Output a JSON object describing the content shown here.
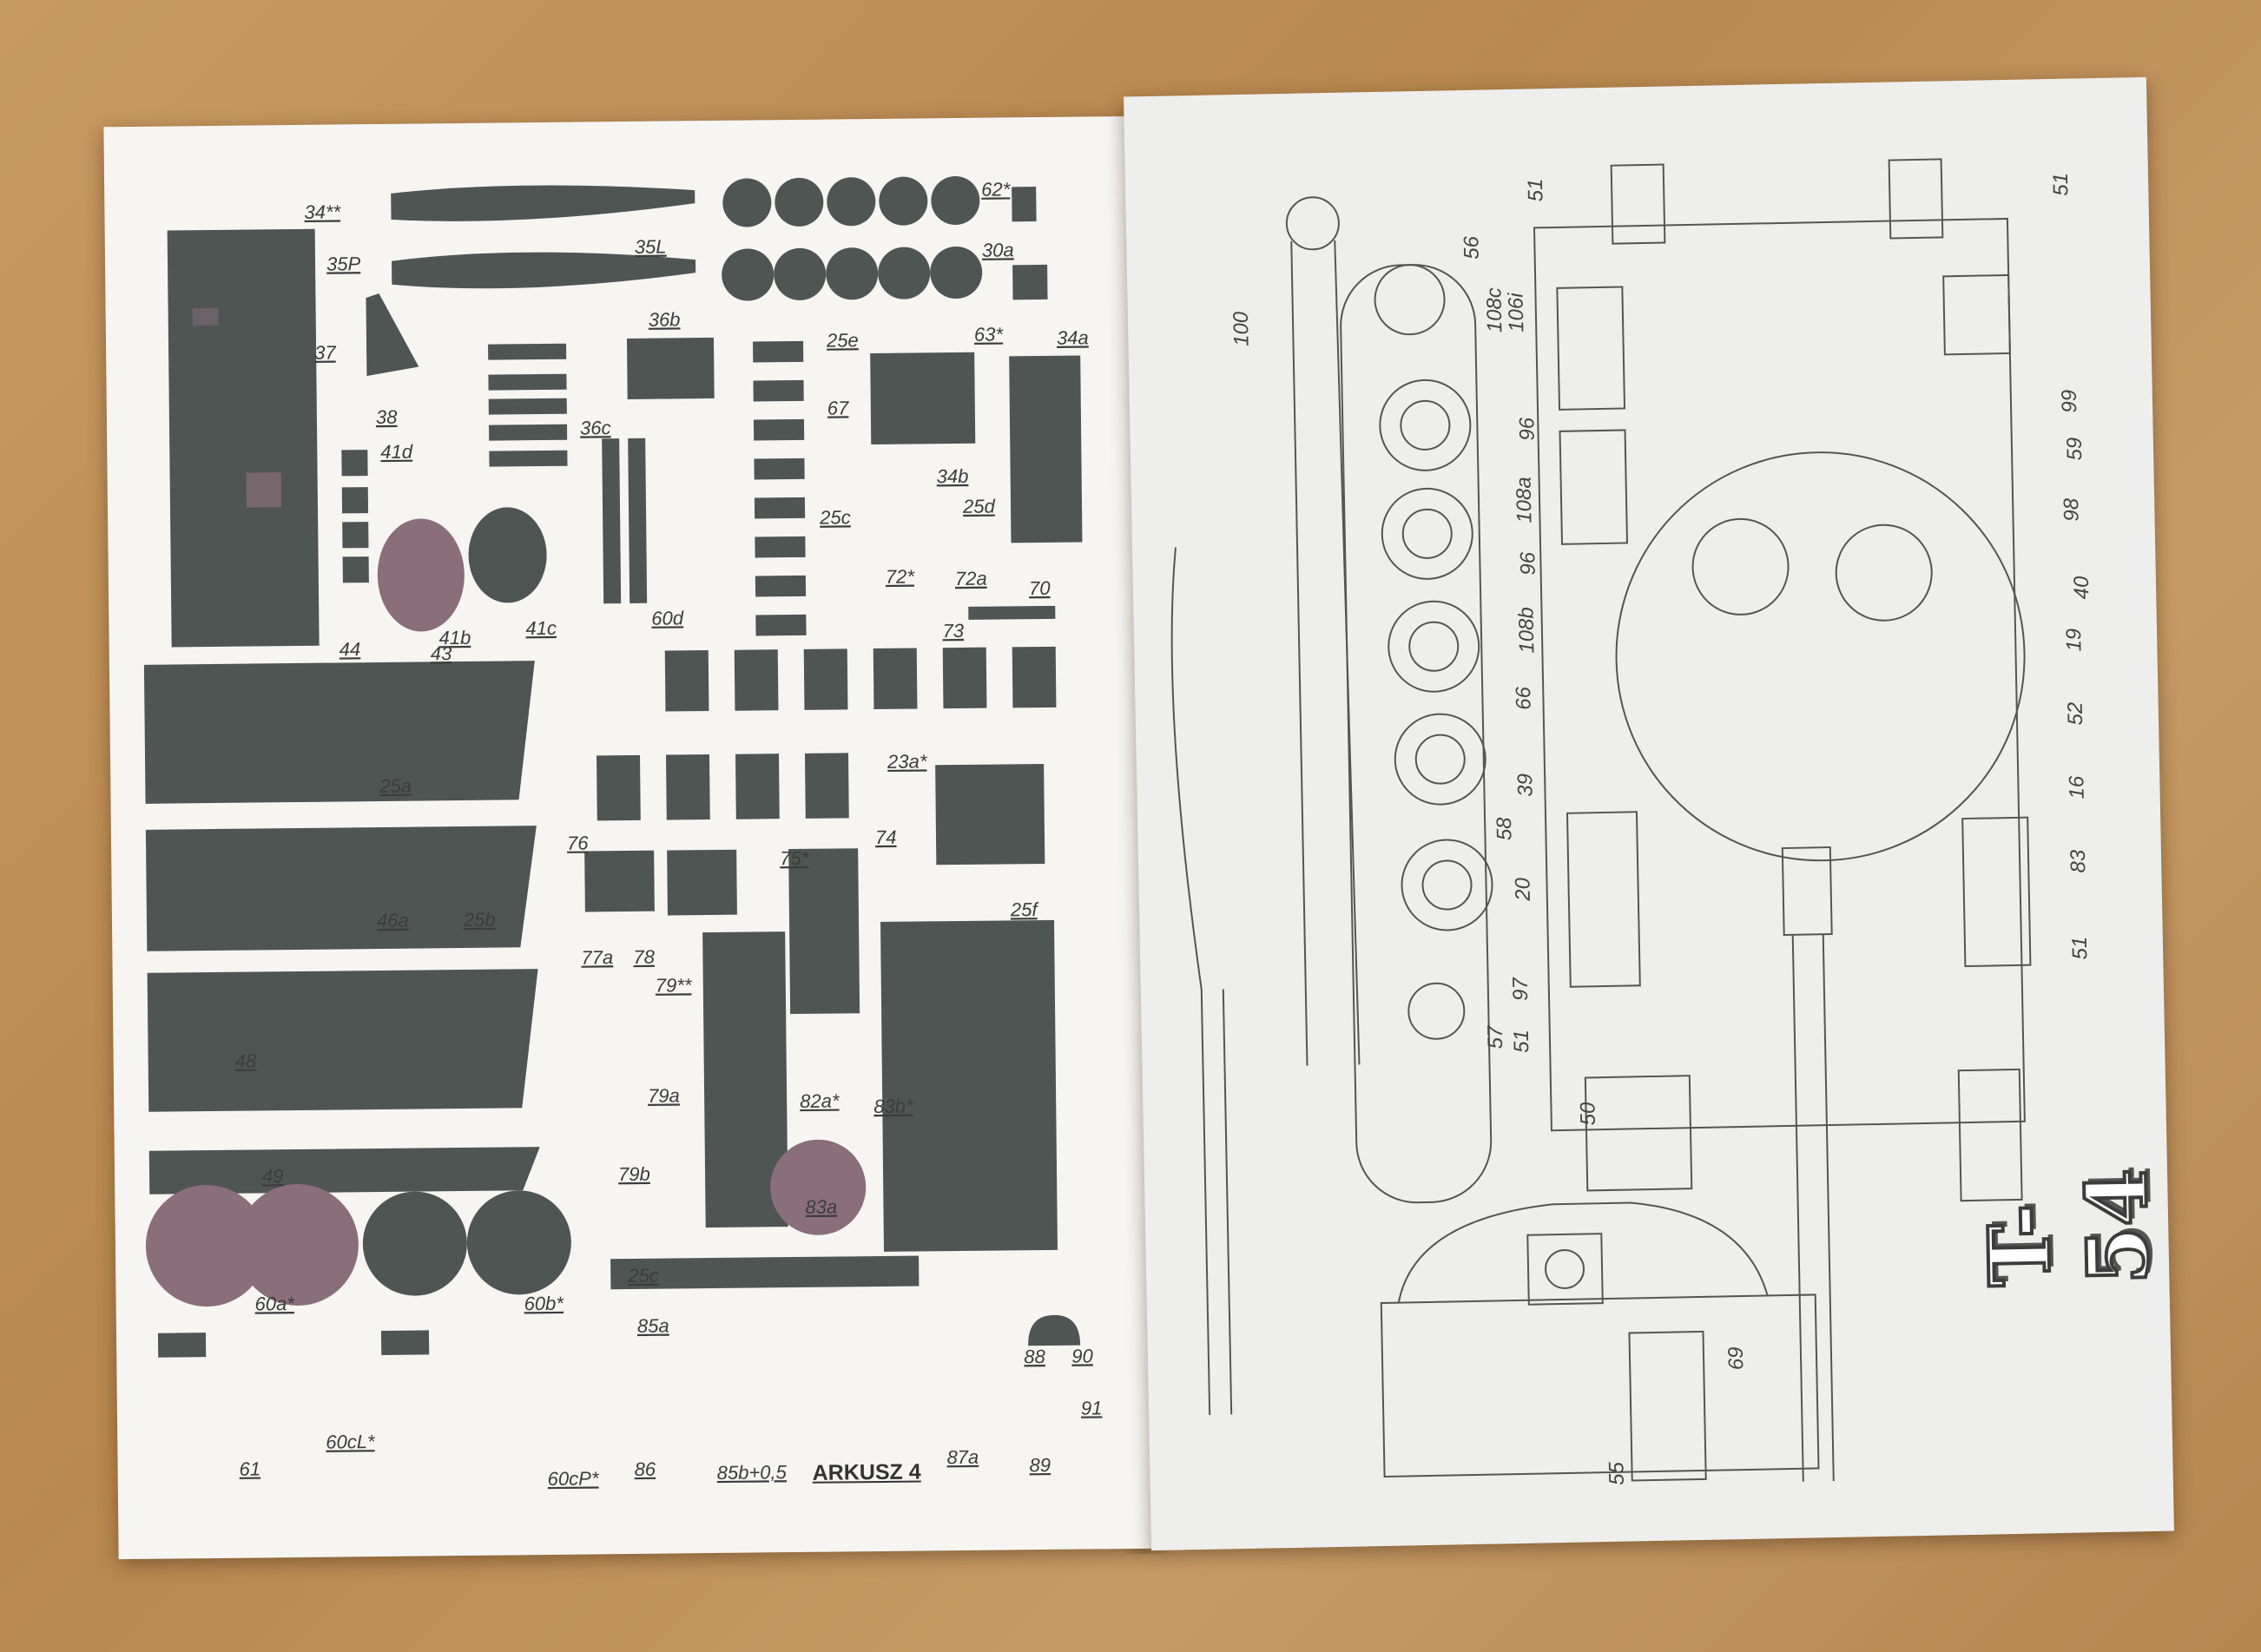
{
  "left_sheet": {
    "sheet_label": "ARKUSZ 4",
    "part_labels": [
      "34**",
      "35L",
      "35P",
      "62*",
      "30a",
      "36b",
      "25e",
      "63*",
      "34a",
      "37",
      "38",
      "36c",
      "67",
      "41d",
      "34b",
      "25c",
      "25d",
      "41b",
      "41c",
      "60d",
      "72*",
      "72a",
      "70",
      "44",
      "43",
      "73",
      "25a",
      "23a*",
      "76",
      "75*",
      "74",
      "46a",
      "25b",
      "77a",
      "78",
      "79**",
      "25f",
      "79a",
      "48",
      "82a*",
      "83b*",
      "79b",
      "83a",
      "49",
      "25c",
      "60a*",
      "60b*",
      "85a",
      "88",
      "90",
      "61",
      "60cL*",
      "86",
      "60cP*",
      "85b+0,5",
      "87a",
      "89",
      "91"
    ]
  },
  "right_sheet": {
    "title": "T-54",
    "part_labels": [
      "100",
      "56",
      "51",
      "108c",
      "106i",
      "51",
      "96",
      "99",
      "108a",
      "59",
      "96",
      "98",
      "108b",
      "40",
      "66",
      "19",
      "39",
      "52",
      "58",
      "16",
      "20",
      "83",
      "97",
      "51",
      "51",
      "50",
      "57",
      "55",
      "69"
    ]
  },
  "colors": {
    "part_fill": "#4f5552",
    "camo_mauve": "#8a6e79",
    "paper": "#f4f3f0",
    "desk": "#c0905a"
  }
}
